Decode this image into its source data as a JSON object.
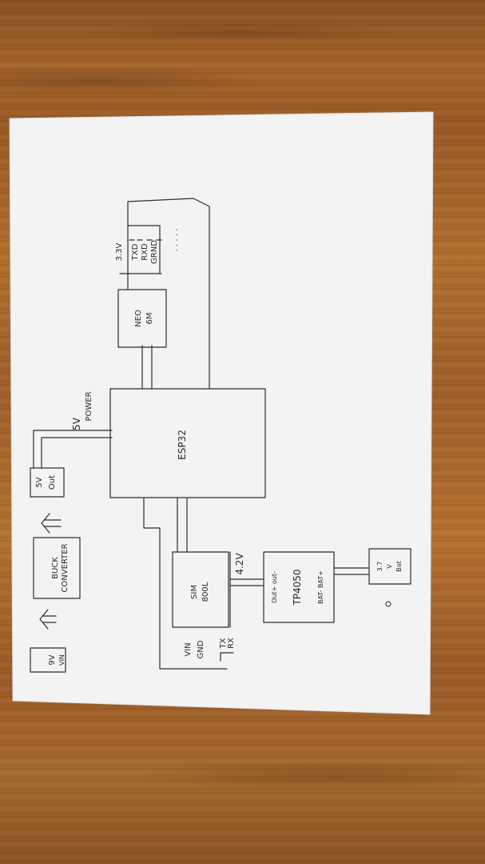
{
  "diagram": {
    "blocks": {
      "source": {
        "lines": [
          "9V",
          "VIN"
        ]
      },
      "buck": {
        "lines": [
          "BUCK",
          "CONVERTER"
        ]
      },
      "output": {
        "lines": [
          "5V",
          "Out"
        ]
      },
      "esp32": {
        "label": "ESP32"
      },
      "neo": {
        "lines": [
          "NEO",
          "6M"
        ]
      },
      "sim": {
        "lines": [
          "SIM",
          "800L"
        ]
      },
      "tp": {
        "line1": "Out+  out-",
        "line2": "TP4050",
        "line3": "BAT-  BAT+"
      },
      "battery": {
        "lines": [
          "3.7",
          "V",
          "Bat"
        ]
      }
    },
    "labels": {
      "power": [
        "5V",
        "POWER"
      ],
      "volt42": "4.2V",
      "neo_pins": [
        "3.3V",
        "TXD",
        "RXD",
        "GRND"
      ],
      "neo_dots": ". . . . .",
      "sim_pins_top": [
        "VIN",
        "GND"
      ],
      "sim_pins_bottom": [
        "TX",
        "RX"
      ]
    },
    "arrows": [
      "arrow-1",
      "arrow-2"
    ]
  }
}
